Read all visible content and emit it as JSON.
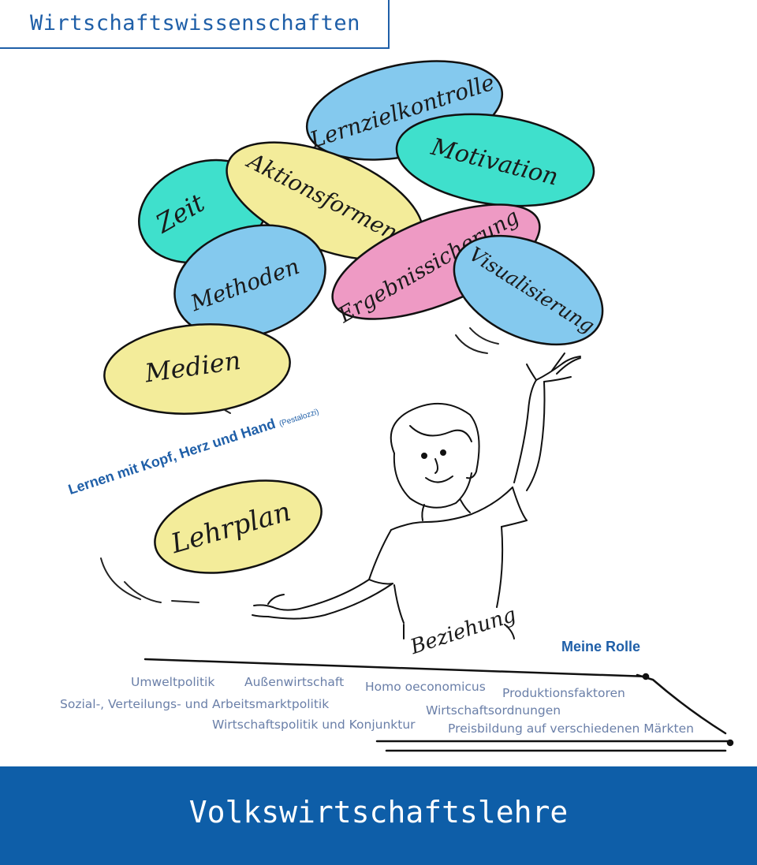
{
  "header": {
    "title": "Wirtschaftswissenschaften"
  },
  "ellipses": [
    {
      "label": "Lernzielkontrolle",
      "color": "#84c9ee"
    },
    {
      "label": "Motivation",
      "color": "#3fe0cc"
    },
    {
      "label": "Zeit",
      "color": "#3fe0cc"
    },
    {
      "label": "Aktionsformen",
      "color": "#f3ec9a"
    },
    {
      "label": "Methoden",
      "color": "#84c9ee"
    },
    {
      "label": "Ergebnissicherung",
      "color": "#ee9ac4"
    },
    {
      "label": "Visualisierung",
      "color": "#84c9ee"
    },
    {
      "label": "Medien",
      "color": "#f3ec9a"
    },
    {
      "label": "Lehrplan",
      "color": "#f3ec9a"
    }
  ],
  "tagline": {
    "main": "Lernen mit Kopf, Herz und Hand",
    "source": "(Pestalozzi)"
  },
  "figure": {
    "handwritten": "Beziehung"
  },
  "role": {
    "label": "Meine Rolle"
  },
  "topics": {
    "umweltpolitik": "Umweltpolitik",
    "aussenwirtschaft": "Außenwirtschaft",
    "homo": "Homo oeconomicus",
    "produktion": "Produktionsfaktoren",
    "sozial": "Sozial-, Verteilungs- und Arbeitsmarktpolitik",
    "ordnungen": "Wirtschaftsordnungen",
    "konjunktur": "Wirtschaftspolitik und Konjunktur",
    "preis": "Preisbildung auf verschiedenen Märkten"
  },
  "footer": {
    "title": "Volkswirtschaftslehre"
  },
  "colors": {
    "brand_blue": "#0e5ea8",
    "text_blue": "#1f5fa8",
    "topic_grey": "#6a7fa8"
  }
}
